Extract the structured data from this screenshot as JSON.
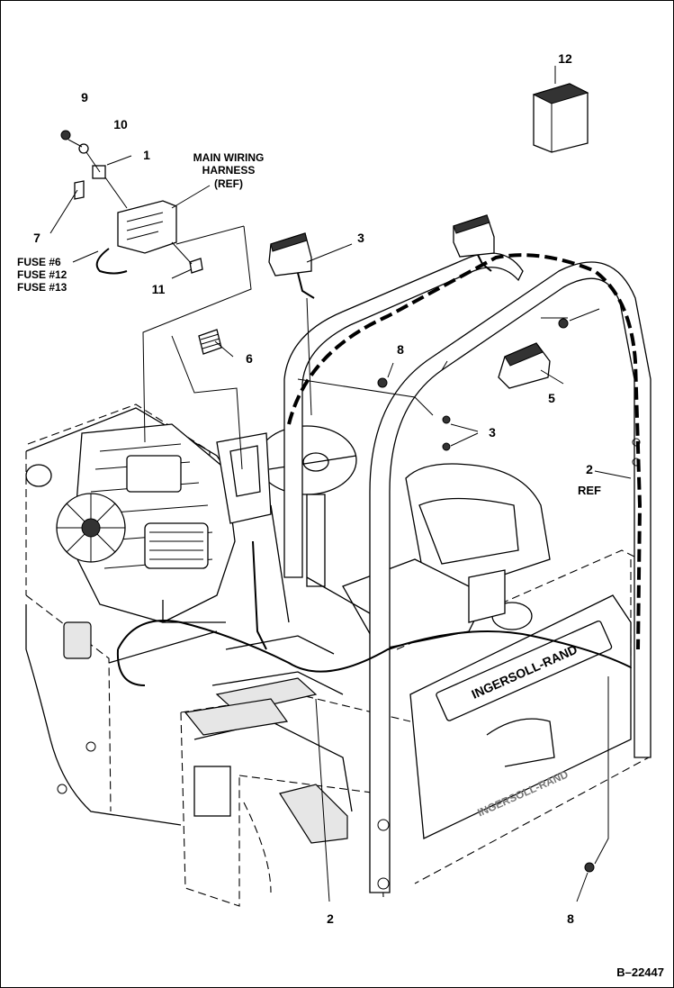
{
  "drawing_id": "B–22447",
  "labels": {
    "p1": "1",
    "p2_right": "2",
    "p2_bottom": "2",
    "ref_2": "REF",
    "p3_light": "3",
    "p3_nuts": "3",
    "p5": "5",
    "p6": "6",
    "p7": "7",
    "p8_mid": "8",
    "p8_bottom": "8",
    "p9": "9",
    "p10": "10",
    "p11": "11",
    "p12": "12"
  },
  "main_harness": {
    "line1": "MAIN WIRING",
    "line2": "HARNESS",
    "line3": "(REF)"
  },
  "fuses": [
    "FUSE #6",
    "FUSE #12",
    "FUSE #13"
  ],
  "brand_hood": "INGERSOLL-RAND",
  "brand_tank": "INGERSOLL-RAND"
}
